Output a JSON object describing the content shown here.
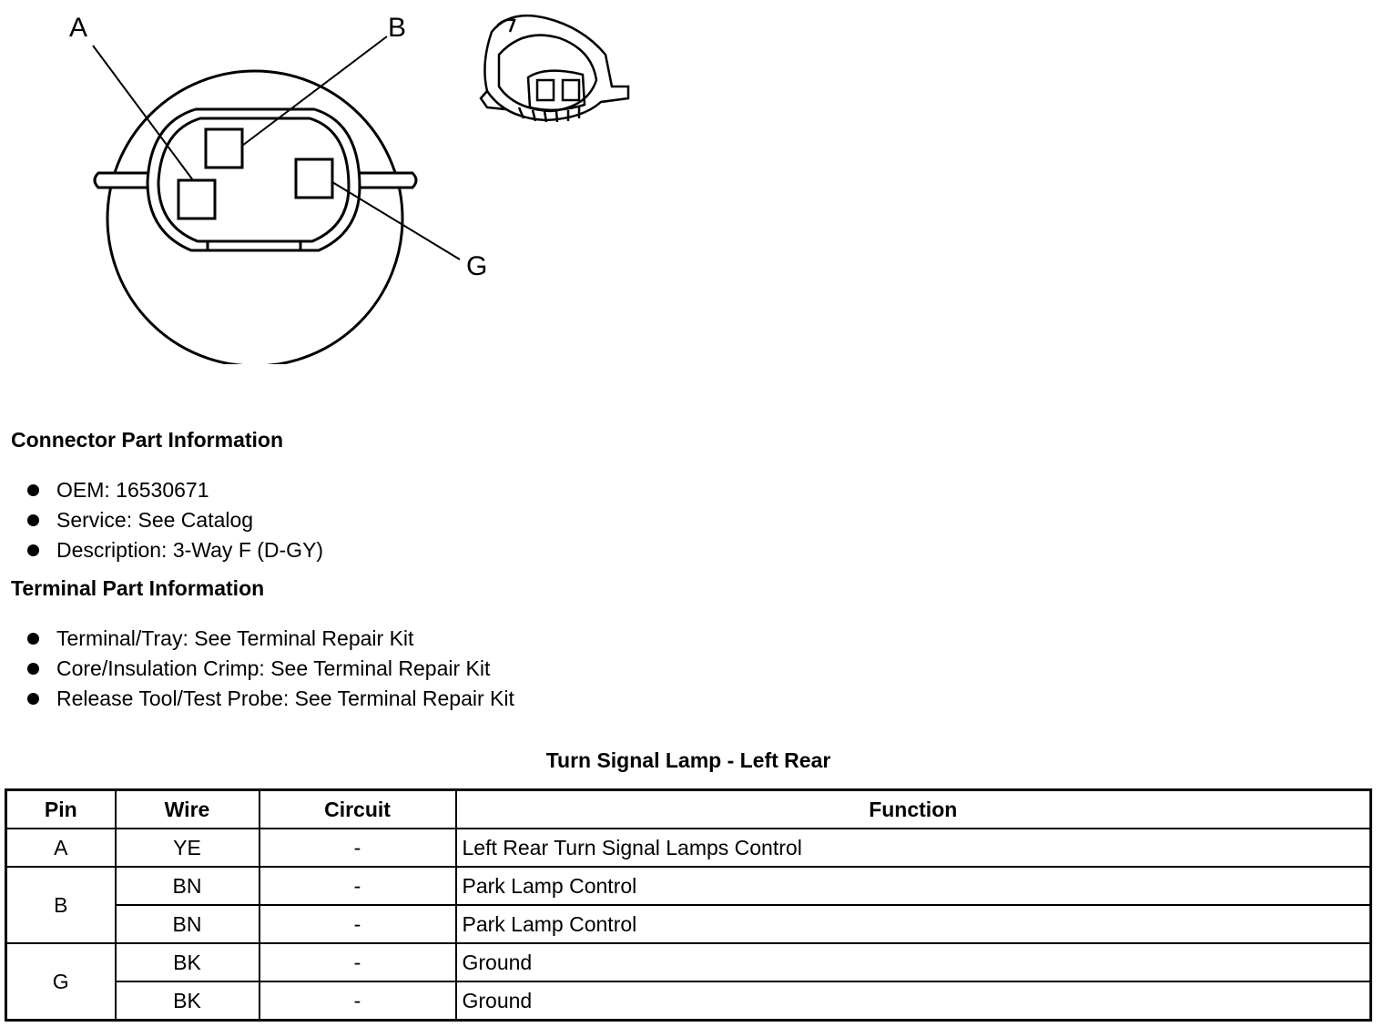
{
  "diagram": {
    "pin_labels": [
      "A",
      "B",
      "G"
    ]
  },
  "connector_info": {
    "title": "Connector Part Information",
    "items": [
      "OEM: 16530671",
      "Service: See Catalog",
      "Description: 3-Way F (D-GY)"
    ]
  },
  "terminal_info": {
    "title": "Terminal Part Information",
    "items": [
      "Terminal/Tray: See Terminal Repair Kit",
      "Core/Insulation Crimp: See Terminal Repair Kit",
      "Release Tool/Test Probe: See Terminal Repair Kit"
    ]
  },
  "table": {
    "caption": "Turn Signal Lamp - Left Rear",
    "headers": [
      "Pin",
      "Wire",
      "Circuit",
      "Function"
    ],
    "rows": [
      {
        "pin": "A",
        "wire": "YE",
        "circuit": "-",
        "function": "Left Rear Turn Signal Lamps Control"
      },
      {
        "pin": "B",
        "wire": "BN",
        "circuit": "-",
        "function": "Park Lamp Control"
      },
      {
        "pin": "",
        "wire": "BN",
        "circuit": "-",
        "function": "Park Lamp Control"
      },
      {
        "pin": "G",
        "wire": "BK",
        "circuit": "-",
        "function": "Ground"
      },
      {
        "pin": "",
        "wire": "BK",
        "circuit": "-",
        "function": "Ground"
      }
    ]
  }
}
